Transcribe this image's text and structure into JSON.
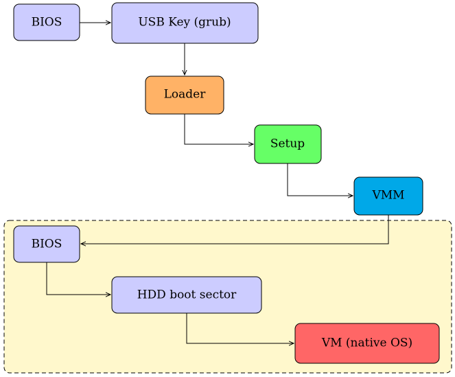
{
  "diagram": {
    "nodes": {
      "bios_top": {
        "label": "BIOS",
        "fill": "#ccccff"
      },
      "usb_key": {
        "label": "USB Key (grub)",
        "fill": "#ccccff"
      },
      "loader": {
        "label": "Loader",
        "fill": "#ffb266"
      },
      "setup": {
        "label": "Setup",
        "fill": "#66ff66"
      },
      "vmm": {
        "label": "VMM",
        "fill": "#00a8e8"
      },
      "bios_vm": {
        "label": "BIOS",
        "fill": "#ccccff"
      },
      "hdd_boot_sector": {
        "label": "HDD boot sector",
        "fill": "#ccccff"
      },
      "vm_native_os": {
        "label": "VM (native OS)",
        "fill": "#ff6666"
      }
    },
    "group": {
      "fill": "#fff8cc"
    }
  }
}
